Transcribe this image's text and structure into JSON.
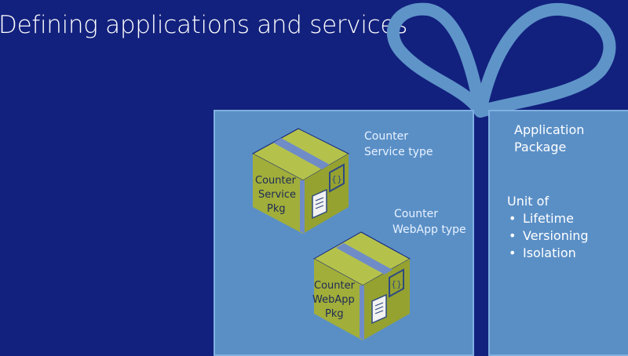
{
  "slide": {
    "title": "Defining applications and services"
  },
  "service_package": {
    "type_label_line1": "Counter",
    "type_label_line2": "Service type",
    "box_line1": "Counter",
    "box_line2": "Service",
    "box_line3": "Pkg",
    "config_glyph": "{}"
  },
  "webapp_package": {
    "type_label_line1": "Counter",
    "type_label_line2": "WebApp type",
    "box_line1": "Counter",
    "box_line2": "WebApp",
    "box_line3": "Pkg",
    "config_glyph": "{}"
  },
  "application_package": {
    "title_line1": "Application",
    "title_line2": "Package",
    "unit_label": "Unit of",
    "bullets": [
      "Lifetime",
      "Versioning",
      "Isolation"
    ]
  },
  "icons": {
    "bow": "gift-bow-icon",
    "config": "braces-config-icon",
    "document": "document-icon"
  },
  "colors": {
    "background": "#12217d",
    "gift_fill": "#5a8fc6",
    "package_green": "#a3b13c",
    "bow_color": "#5f94c9"
  }
}
